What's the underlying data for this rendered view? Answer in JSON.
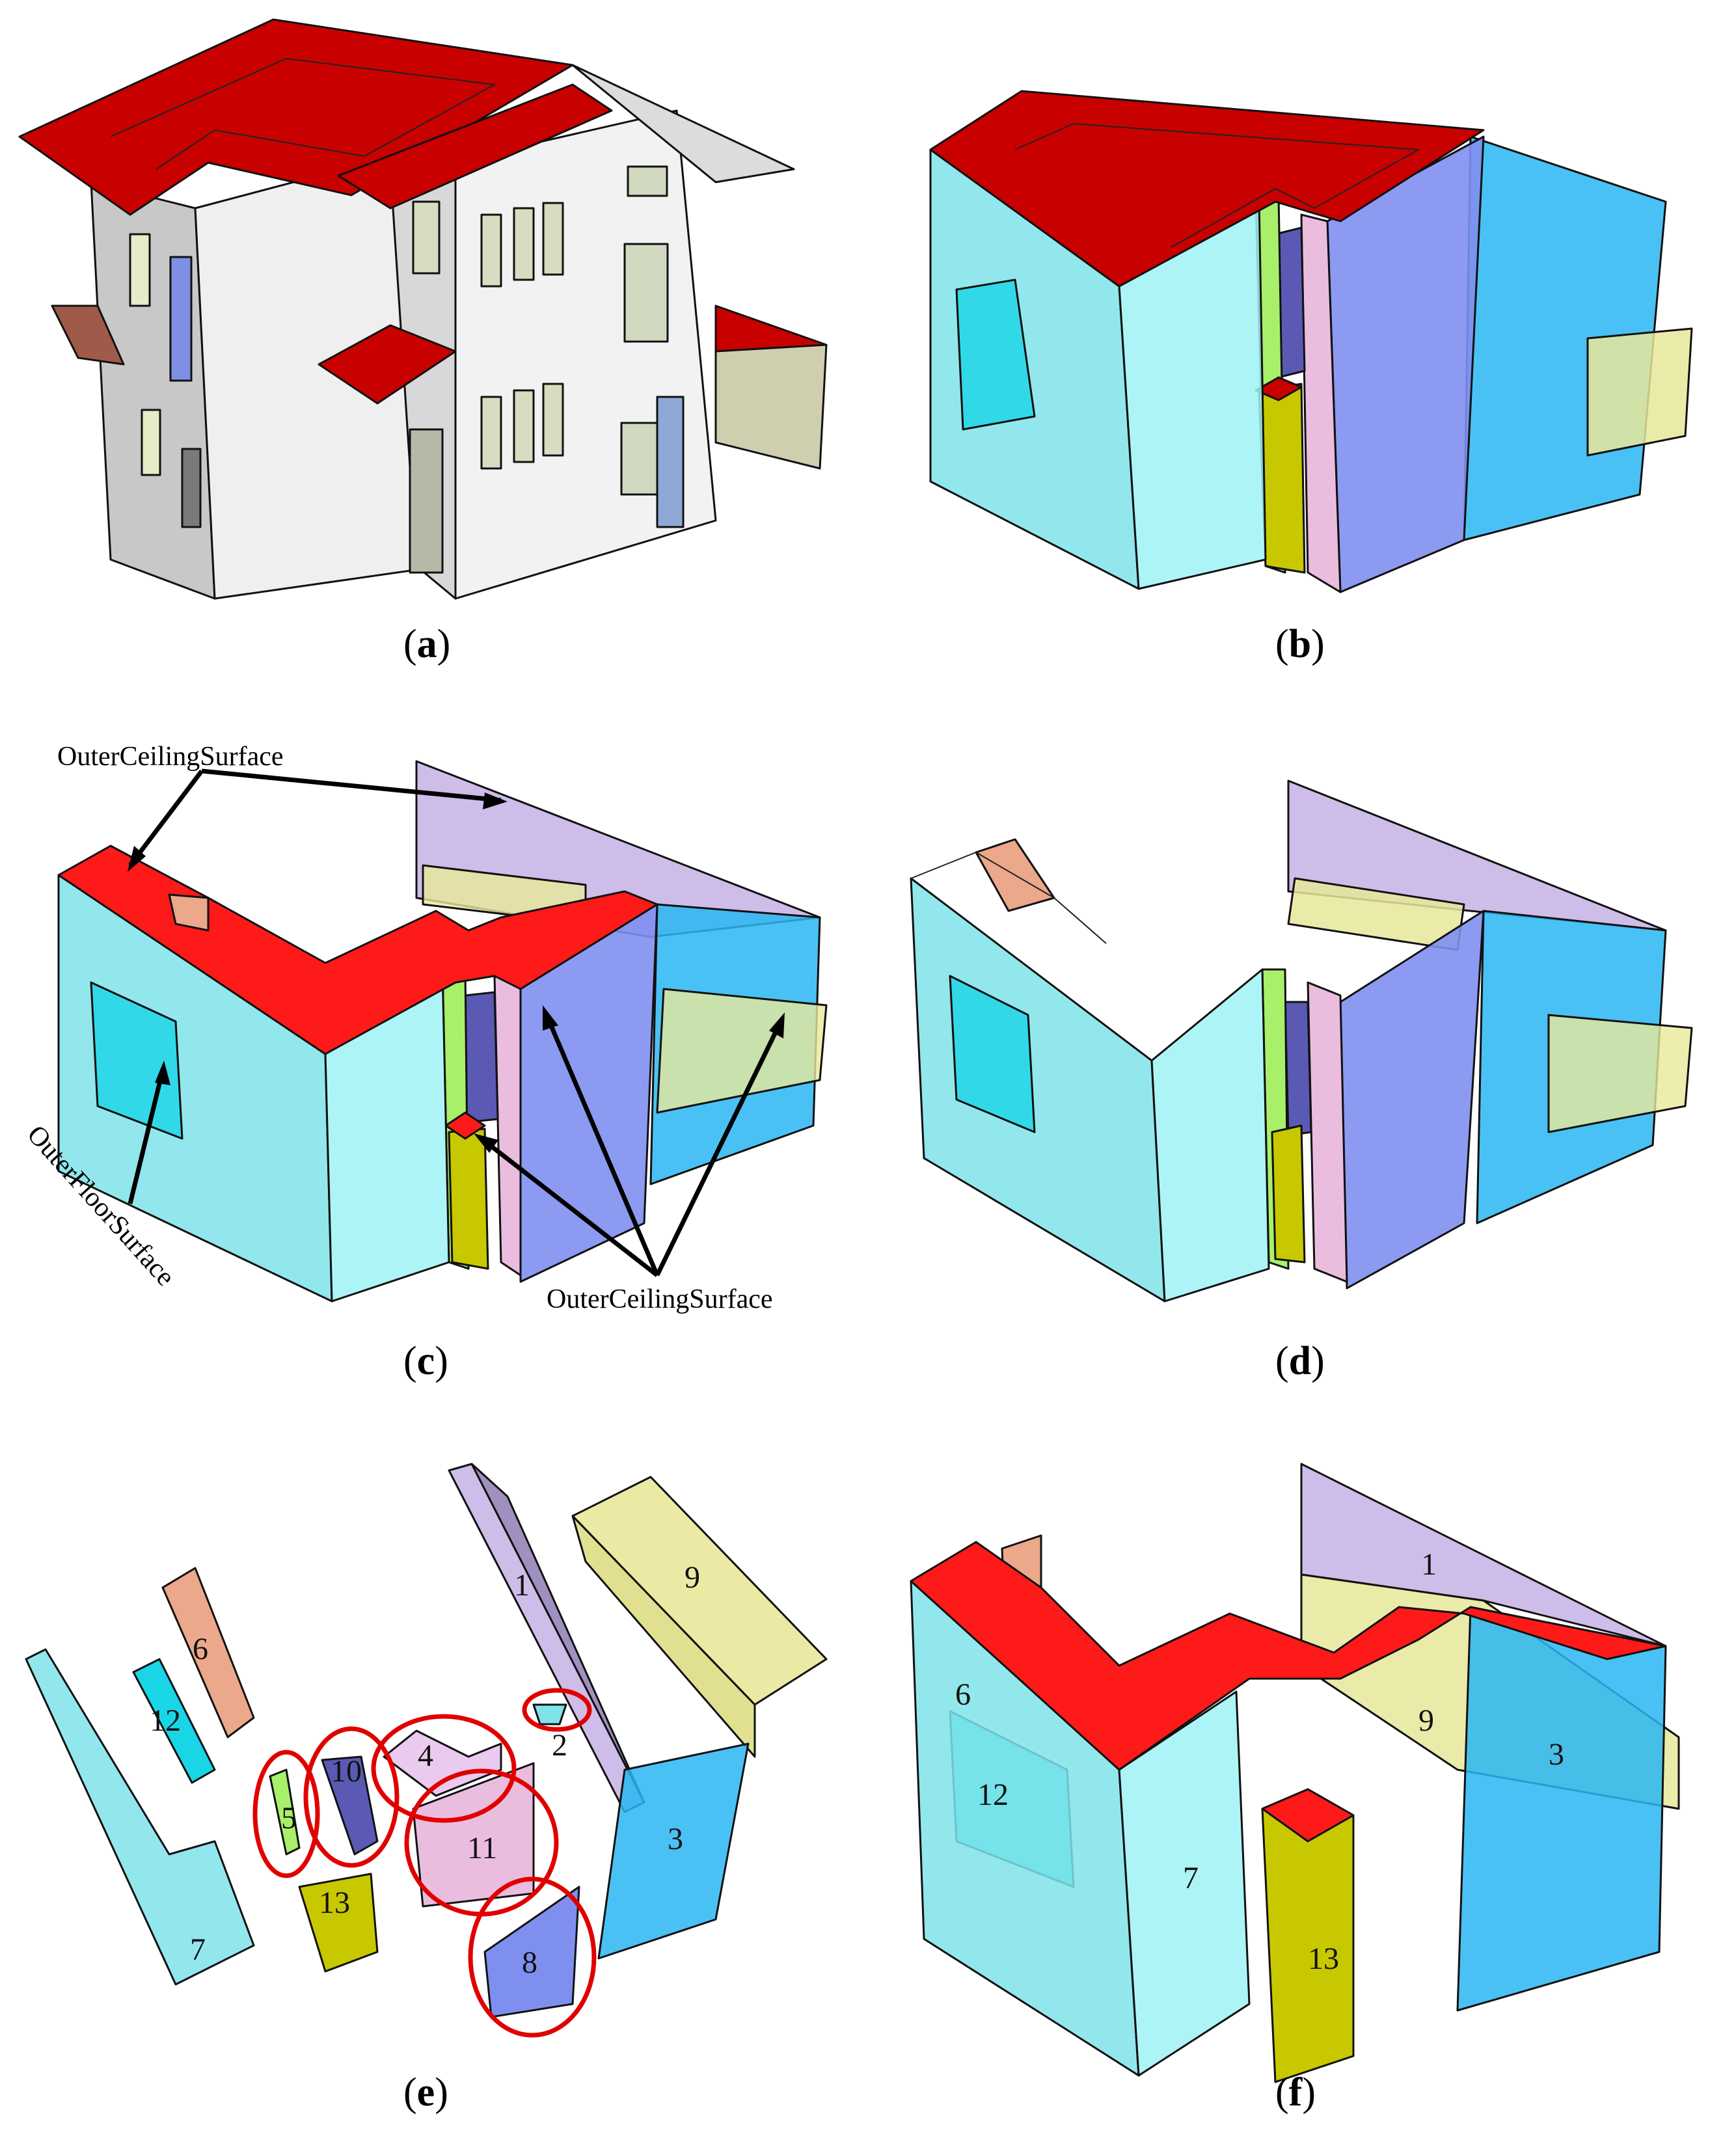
{
  "panels": {
    "a": {
      "open": "(",
      "letter": "a",
      "close": ")"
    },
    "b": {
      "open": "(",
      "letter": "b",
      "close": ")"
    },
    "c": {
      "open": "(",
      "letter": "c",
      "close": ")"
    },
    "d": {
      "open": "(",
      "letter": "d",
      "close": ")"
    },
    "e": {
      "open": "(",
      "letter": "e",
      "close": ")"
    },
    "f": {
      "open": "(",
      "letter": "f",
      "close": ")"
    }
  },
  "annotations": {
    "outer_ceiling_top": "OuterCeilingSurface",
    "outer_floor": "OuterFloorSurface",
    "outer_ceiling_bottom": "OuterCeilingSurface"
  },
  "part_numbers_e": [
    "1",
    "2",
    "3",
    "4",
    "5",
    "6",
    "7",
    "8",
    "9",
    "10",
    "11",
    "12",
    "13"
  ],
  "part_numbers_f": [
    "1",
    "3",
    "6",
    "7",
    "9",
    "12",
    "13"
  ],
  "colors": {
    "roof_red": "#c80000",
    "bright_red": "#ff1a1a",
    "wall_white": "#f0f0f0",
    "cyan_light": "#7fe3ea",
    "cyan_strong": "#19d6e6",
    "blue_zone": "#2ab6f2",
    "lavender": "#c9b6e6",
    "pink": "#e8b6dc",
    "yellow_pale": "#e8e89a",
    "olive_yellow": "#c8c800",
    "periwinkle": "#7f8ff0",
    "indigo": "#5a5ab4",
    "lime": "#a8f06a",
    "salmon": "#eba88a",
    "circle_red": "#e00000"
  }
}
